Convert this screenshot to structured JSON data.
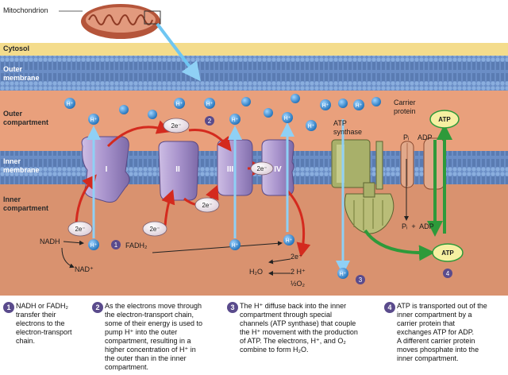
{
  "labels": {
    "mitochondrion": "Mitochondrion",
    "cytosol": "Cytosol",
    "outer_membrane": "Outer\nmembrane",
    "outer_compartment": "Outer\ncompartment",
    "inner_membrane": "Inner\nmembrane",
    "inner_compartment": "Inner\ncompartment",
    "atp_synthase": "ATP\nsynthase",
    "carrier_protein": "Carrier\nprotein",
    "nadh": "NADH",
    "nad_plus": "NAD⁺",
    "fadh2": "FADH₂",
    "water": "H₂O",
    "two_h": "2 H⁺",
    "half_o2": "½O₂",
    "two_e": "2e⁻",
    "h_plus": "H⁺",
    "pi": "Pᵢ",
    "adp": "ADP",
    "pi_plus_adp": "Pᵢ  +  ADP",
    "atp": "ATP"
  },
  "complexes": [
    "I",
    "II",
    "III",
    "IV"
  ],
  "steps": [
    {
      "num": "1",
      "text": "NADH or FADH₂\ntransfer their\nelectrons to the\nelectron-transport\nchain."
    },
    {
      "num": "2",
      "text": "As the electrons move through\nthe electron-transport chain,\nsome of their energy is used to\npump H⁺ into the outer\ncompartment, resulting in a\nhigher concentration of H⁺ in\nthe outer than in the inner\ncompartment."
    },
    {
      "num": "3",
      "text": "The H⁺ diffuse back into the inner\ncompartment through special\nchannels (ATP synthase) that couple\nthe H⁺ movement with the production\nof ATP. The electrons, H⁺, and O₂\ncombine to form H₂O."
    },
    {
      "num": "4",
      "text": "ATP is transported out of the\ninner compartment by a\ncarrier protein that\nexchanges ATP for ADP.\nA different carrier protein\nmoves phosphate into the\ninner compartment."
    }
  ],
  "colors": {
    "cytosol": "#f4dc8c",
    "membrane": "#5c7fb8",
    "outer_compartment": "#e9a07c",
    "inner_compartment": "#d9926f",
    "complex": "#a896c8",
    "h_ion": "#2f8fd6",
    "electron_arrow": "#d42a1e",
    "atp_arrow": "#2e9a3a",
    "step_badge": "#5a4b8c"
  }
}
